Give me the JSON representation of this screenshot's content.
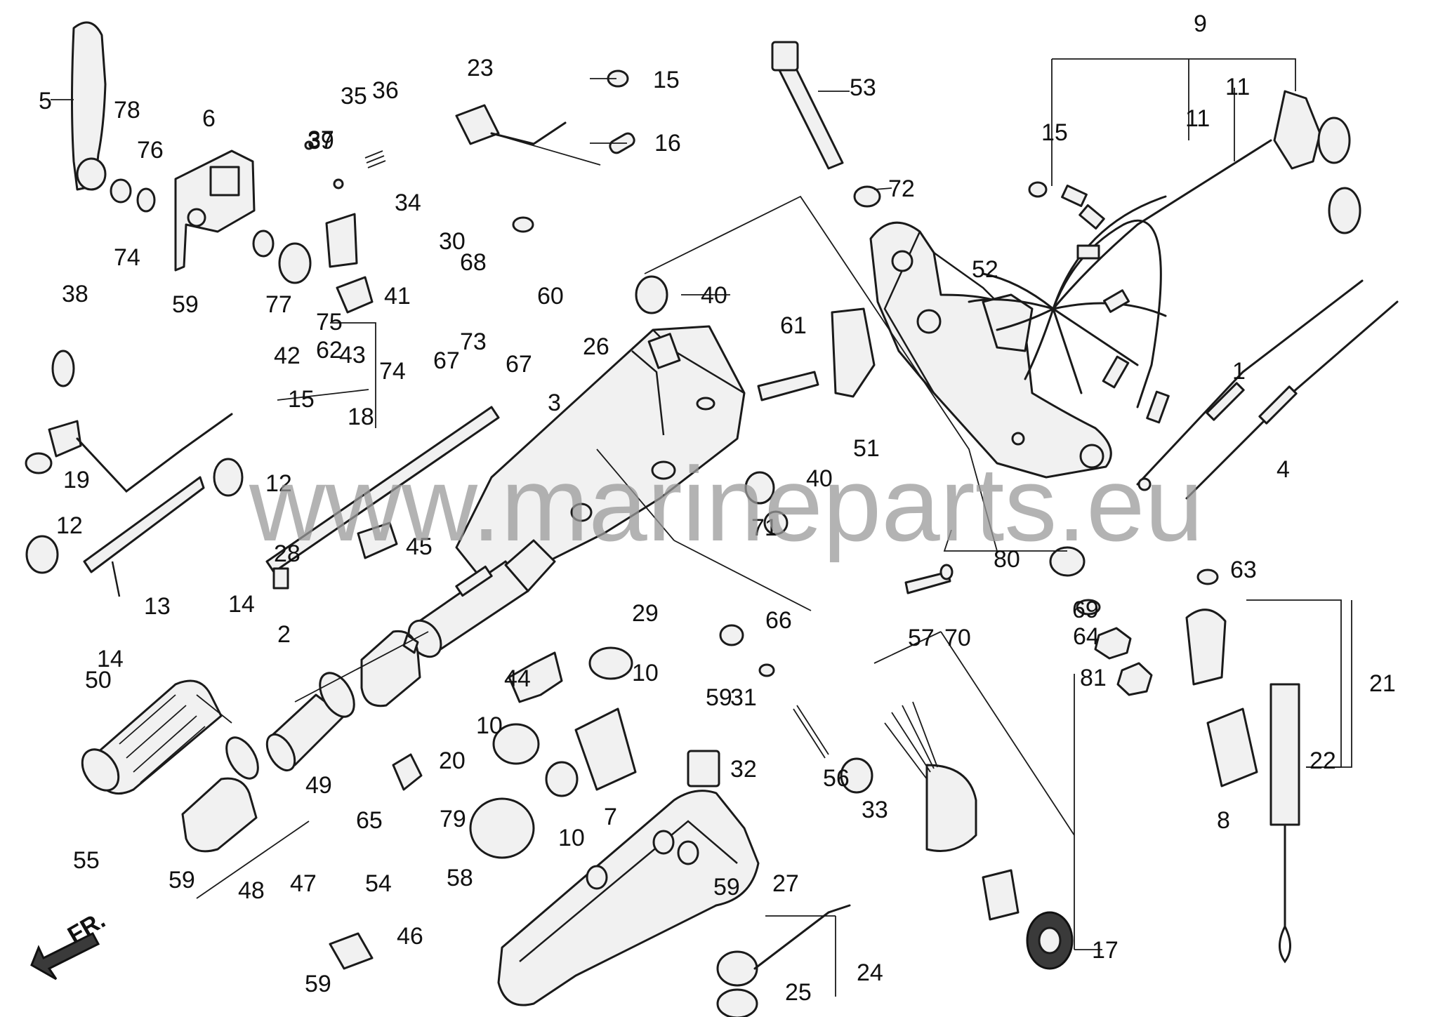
{
  "watermark": "www.marineparts.eu",
  "direction_label": "FR.",
  "part_labels": [
    "1",
    "2",
    "3",
    "4",
    "5",
    "6",
    "7",
    "8",
    "9",
    "10",
    "10",
    "10",
    "11",
    "11",
    "12",
    "12",
    "13",
    "14",
    "14",
    "15",
    "15",
    "15",
    "16",
    "17",
    "18",
    "19",
    "20",
    "21",
    "22",
    "23",
    "24",
    "25",
    "26",
    "27",
    "28",
    "29",
    "30",
    "31",
    "32",
    "33",
    "34",
    "35",
    "36",
    "37",
    "38",
    "39",
    "40",
    "40",
    "41",
    "42",
    "43",
    "44",
    "45",
    "46",
    "47",
    "48",
    "49",
    "50",
    "51",
    "52",
    "53",
    "54",
    "55",
    "56",
    "57",
    "58",
    "59",
    "59",
    "59",
    "59",
    "59",
    "60",
    "61",
    "62",
    "63",
    "64",
    "65",
    "66",
    "67",
    "67",
    "68",
    "69",
    "70",
    "71",
    "72",
    "73",
    "74",
    "74",
    "75",
    "76",
    "77",
    "78",
    "79",
    "80",
    "81"
  ]
}
